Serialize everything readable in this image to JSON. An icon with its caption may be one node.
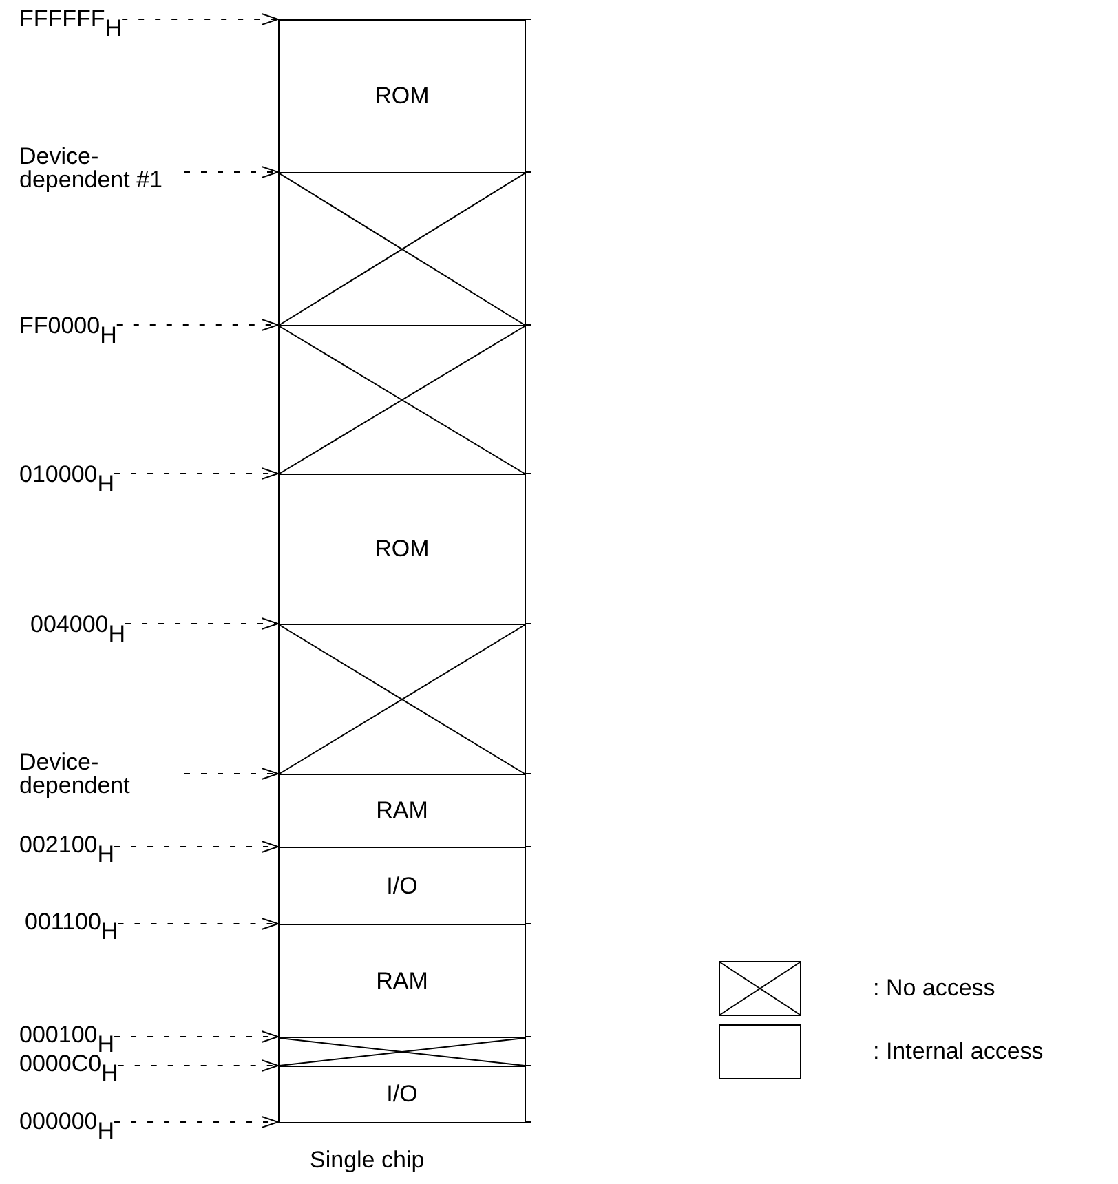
{
  "diagram": {
    "nodes": [
      {
        "text": [
          "Single chip"
        ]
      },
      {
        "text": [
          "ROM"
        ],
        "in": 0
      },
      {
        "text": [],
        "shape": "box",
        "in": 0
      },
      {
        "text": [],
        "shape": "box",
        "in": 0
      },
      {
        "text": [
          "ROM"
        ],
        "in": 0
      },
      {
        "text": [],
        "shape": "box",
        "in": 0
      },
      {
        "text": [
          "RAM"
        ],
        "in": 0
      },
      {
        "text": [
          "I/O"
        ],
        "in": 0
      },
      {
        "text": [
          "RAM"
        ],
        "in": 0
      },
      {
        "text": [],
        "shape": "box",
        "in": 0
      },
      {
        "text": [
          "I/O"
        ],
        "in": 0
      },
      {
        "text": [
          "FFFFFF$_{H}$"
        ]
      },
      {
        "text": [
          "Device-dependent #1"
        ]
      },
      {
        "text": [
          "FF0000$_{H}$"
        ]
      },
      {
        "text": [
          "010000$_{H}$"
        ]
      },
      {
        "text": [
          "004000$_{H}$"
        ]
      },
      {
        "text": [
          "Device-dependent"
        ]
      },
      {
        "text": [
          "002100$_{H}$"
        ]
      },
      {
        "text": [
          "001100$_{H}$"
        ]
      },
      {
        "text": [
          "000100$_{H}$"
        ]
      },
      {
        "text": [
          "0000C0$_{H}$"
        ]
      },
      {
        "text": [
          "000000$_{H}$"
        ]
      }
    ],
    "edges": [
      {
        "from": 11,
        "to": 1,
        "arrow": "to",
        "style": "dashed"
      },
      {
        "from": 12,
        "to": 2,
        "arrow": "to",
        "style": "dashed"
      },
      {
        "from": 13,
        "to": 3,
        "arrow": "to",
        "style": "dashed"
      },
      {
        "from": 14,
        "to": 3,
        "arrow": "to",
        "style": "dashed"
      },
      {
        "from": 15,
        "to": 4,
        "arrow": "to",
        "style": "dashed"
      },
      {
        "from": 16,
        "to": 6,
        "arrow": "to",
        "style": "dashed"
      },
      {
        "from": 17,
        "to": 6,
        "arrow": "to",
        "style": "dashed"
      },
      {
        "from": 18,
        "to": 7,
        "arrow": "to",
        "style": "dashed"
      },
      {
        "from": 19,
        "to": 9,
        "arrow": "to",
        "style": "dashed"
      },
      {
        "from": 20,
        "to": 9,
        "arrow": "to",
        "style": "dashed"
      },
      {
        "from": 21,
        "to": 10,
        "arrow": "to",
        "style": "dashed"
      }
    ],
    "legend": [
      {
        "text": ": No access"
      },
      {
        "text": ": Internal access"
      }
    ]
  }
}
